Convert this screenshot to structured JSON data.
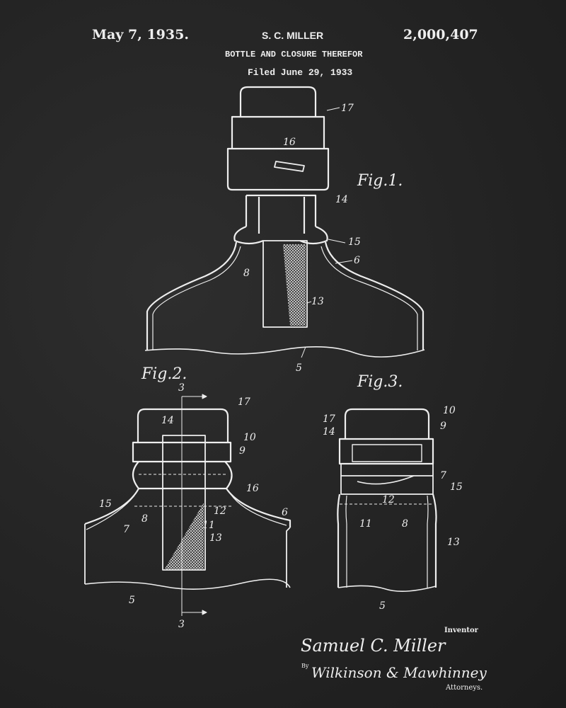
{
  "header": {
    "date": "May 7, 1935.",
    "inventor_short": "S. C. MILLER",
    "patent_number": "2,000,407",
    "title": "BOTTLE AND CLOSURE THEREFOR",
    "filed": "Filed June 29, 1933"
  },
  "figures": {
    "fig1": {
      "label": "Fig.1.",
      "refs": [
        "17",
        "16",
        "14",
        "15",
        "6",
        "8",
        "13",
        "5"
      ]
    },
    "fig2": {
      "label": "Fig.2.",
      "refs": [
        "17",
        "14",
        "10",
        "9",
        "16",
        "15",
        "7",
        "8",
        "12",
        "11",
        "13",
        "6",
        "5"
      ],
      "section": [
        "3",
        "3"
      ]
    },
    "fig3": {
      "label": "Fig.3.",
      "refs": [
        "17",
        "14",
        "10",
        "9",
        "7",
        "15",
        "12",
        "11",
        "8",
        "13",
        "5"
      ]
    }
  },
  "signature": {
    "inventor_label": "Inventor",
    "inventor": "Samuel C. Miller",
    "by": "By",
    "attorneys": "Wilkinson & Mawhinney",
    "attorneys_label": "Attorneys."
  },
  "colors": {
    "background": "#242424",
    "ink": "#eeeeee"
  }
}
